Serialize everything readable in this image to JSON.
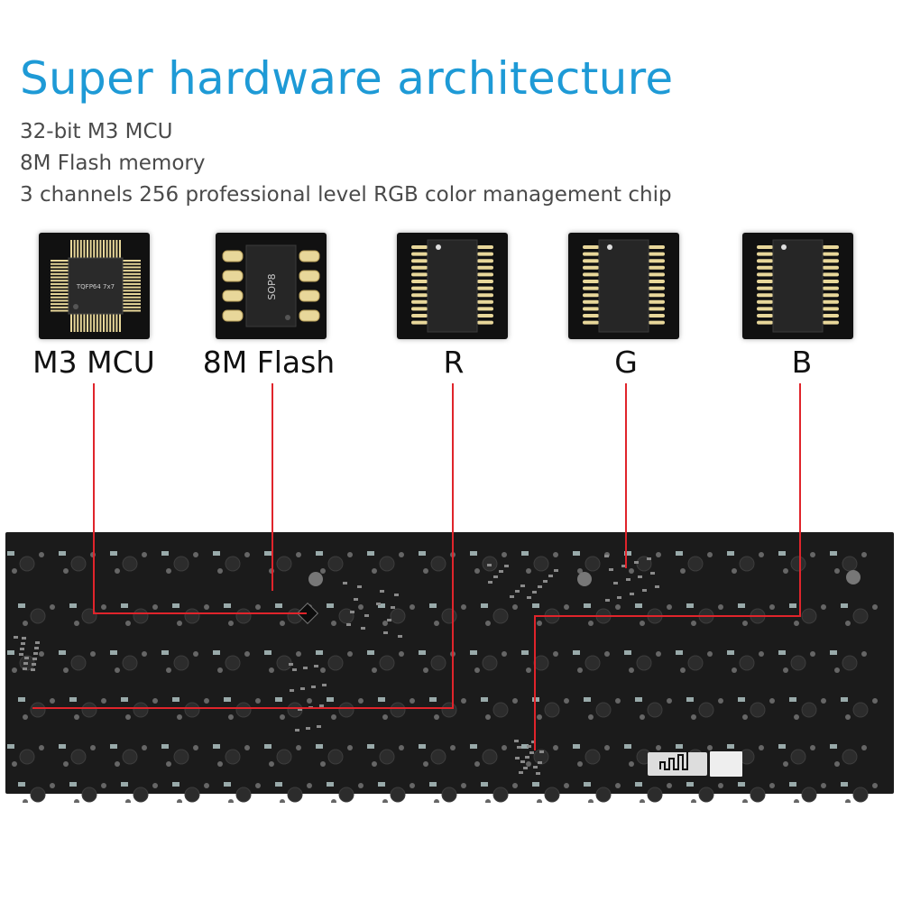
{
  "title": "Super hardware architecture",
  "specs": [
    "32-bit M3 MCU",
    "8M Flash memory",
    "3 channels 256 professional level RGB color management chip"
  ],
  "chips": [
    {
      "label": "M3 MCU",
      "chip_text": "TQFP64 7x7",
      "icon": "qfp-chip-icon"
    },
    {
      "label": "8M Flash",
      "chip_text": "SOP8",
      "icon": "sop8-chip-icon"
    },
    {
      "label": "R",
      "icon": "led-driver-chip-icon"
    },
    {
      "label": "G",
      "icon": "led-driver-chip-icon"
    },
    {
      "label": "B",
      "icon": "led-driver-chip-icon"
    }
  ],
  "colors": {
    "title": "#1e9ad6",
    "text": "#4a4a4a",
    "pcb": "#1b1b1b",
    "line": "#e0242b",
    "gold": "#e8d79a"
  }
}
